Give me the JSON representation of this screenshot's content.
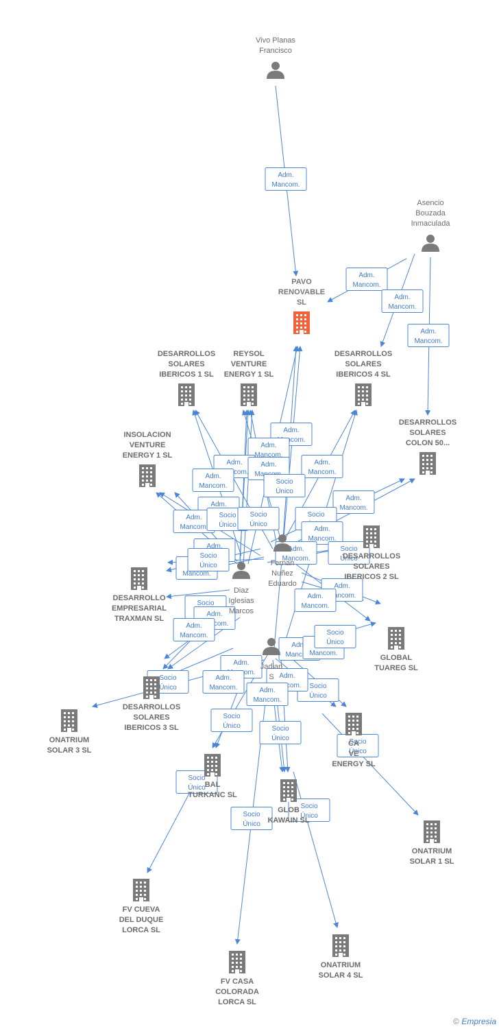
{
  "colors": {
    "edge": "#4a86d4",
    "node": "#7a7a7a",
    "main_node": "#f4623a"
  },
  "nodes": [
    {
      "id": "vivo",
      "kind": "person",
      "label": [
        "Vivo Planas",
        "Francisco"
      ],
      "icon": "person-icon"
    },
    {
      "id": "asencio",
      "kind": "person",
      "label": [
        "Asencio",
        "Bouzada",
        "Inmaculada"
      ],
      "icon": "person-icon"
    },
    {
      "id": "pavo",
      "kind": "main",
      "label": [
        "PAVO",
        "RENOVABLE",
        "SL"
      ],
      "icon": "building-icon"
    },
    {
      "id": "dsi1",
      "kind": "company",
      "label": [
        "DESARROLLOS",
        "SOLARES",
        "IBERICOS 1  SL"
      ],
      "icon": "building-icon"
    },
    {
      "id": "reysol",
      "kind": "company",
      "label": [
        "REYSOL",
        "VENTURE",
        "ENERGY 1  SL"
      ],
      "icon": "building-icon"
    },
    {
      "id": "dsi4",
      "kind": "company",
      "label": [
        "DESARROLLOS",
        "SOLARES",
        "IBERICOS 4  SL"
      ],
      "icon": "building-icon"
    },
    {
      "id": "colon",
      "kind": "company",
      "label": [
        "DESARROLLOS",
        "SOLARES",
        "COLON 50..."
      ],
      "icon": "building-icon"
    },
    {
      "id": "insolacion",
      "kind": "company",
      "label": [
        "INSOLACION",
        "VENTURE",
        "ENERGY 1  SL"
      ],
      "icon": "building-icon"
    },
    {
      "id": "dsi2",
      "kind": "company",
      "label": [
        "DESARROLLOS",
        "SOLARES",
        "IBERICOS 2  SL"
      ],
      "icon": "building-icon"
    },
    {
      "id": "fernan",
      "kind": "person",
      "label": [
        "Fernan",
        "Nuñez",
        "Eduardo"
      ],
      "icon": "person-icon"
    },
    {
      "id": "diaz",
      "kind": "person",
      "label": [
        "Diaz",
        "Iglesias",
        "Marcos"
      ],
      "icon": "person-icon"
    },
    {
      "id": "traxman",
      "kind": "company",
      "label": [
        "DESARROLLO",
        "EMPRESARIAL",
        "TRAXMAN  SL"
      ],
      "icon": "building-icon"
    },
    {
      "id": "tuareg",
      "kind": "company",
      "label": [
        "GLOBAL",
        "TUAREG  SL"
      ],
      "icon": "building-icon"
    },
    {
      "id": "jadian",
      "kind": "person",
      "label": [
        "Jadian",
        "S"
      ],
      "icon": "person-icon"
    },
    {
      "id": "dsi3",
      "kind": "company",
      "label": [
        "DESARROLLOS",
        "SOLARES",
        "IBERICOS 3  SL"
      ],
      "icon": "building-icon"
    },
    {
      "id": "onatrium3",
      "kind": "company",
      "label": [
        "ONATRIUM",
        "SOLAR 3  SL"
      ],
      "icon": "building-icon"
    },
    {
      "id": "caenergy",
      "kind": "company",
      "label": [
        "CA",
        "VE",
        "ENERGY  SL"
      ],
      "icon": "building-icon"
    },
    {
      "id": "turkanc",
      "kind": "company",
      "label": [
        "BAL",
        "TURKANC  SL"
      ],
      "icon": "building-icon"
    },
    {
      "id": "kawain",
      "kind": "company",
      "label": [
        "GLOB",
        "KAWAIN SL"
      ],
      "icon": "building-icon"
    },
    {
      "id": "onatrium1",
      "kind": "company",
      "label": [
        "ONATRIUM",
        "SOLAR 1  SL"
      ],
      "icon": "building-icon"
    },
    {
      "id": "fvcueva",
      "kind": "company",
      "label": [
        "FV CUEVA",
        "DEL DUQUE",
        "LORCA SL"
      ],
      "icon": "building-icon"
    },
    {
      "id": "onatrium4",
      "kind": "company",
      "label": [
        "ONATRIUM",
        "SOLAR 4  SL"
      ],
      "icon": "building-icon"
    },
    {
      "id": "fvcasa",
      "kind": "company",
      "label": [
        "FV CASA",
        "COLORADA",
        "LORCA SL"
      ],
      "icon": "building-icon"
    }
  ],
  "edge_labels": {
    "adm": [
      "Adm.",
      "Mancom."
    ],
    "socio": [
      "Socio",
      "Único"
    ]
  },
  "copyright": {
    "symbol": "©",
    "brand": "Empresia"
  }
}
